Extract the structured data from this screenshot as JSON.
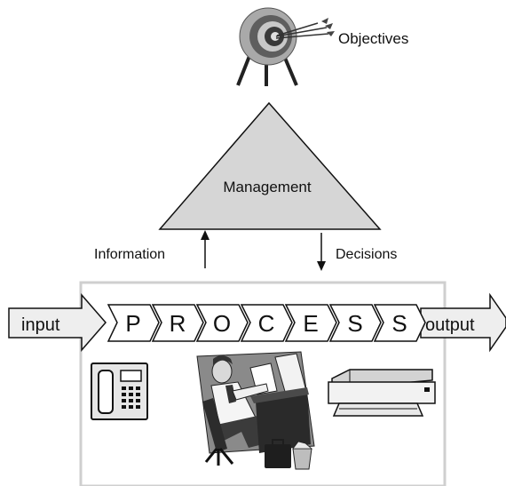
{
  "objectives": {
    "label": "Objectives",
    "icon": "target-with-arrows-icon"
  },
  "management": {
    "label": "Management"
  },
  "flows": {
    "information_label": "Information",
    "decisions_label": "Decisions"
  },
  "io": {
    "input_label": "input",
    "output_label": "output"
  },
  "process": {
    "letters": [
      "P",
      "R",
      "O",
      "C",
      "E",
      "S",
      "S"
    ]
  },
  "icons": {
    "telephone": "telephone-icon",
    "worker": "office-worker-at-desk-icon",
    "printer": "printer-icon"
  },
  "colors": {
    "triangle_fill": "#d6d6d6",
    "box_border": "#cfcfcf",
    "arrow_fill": "#eeeeee",
    "stroke": "#111111"
  }
}
